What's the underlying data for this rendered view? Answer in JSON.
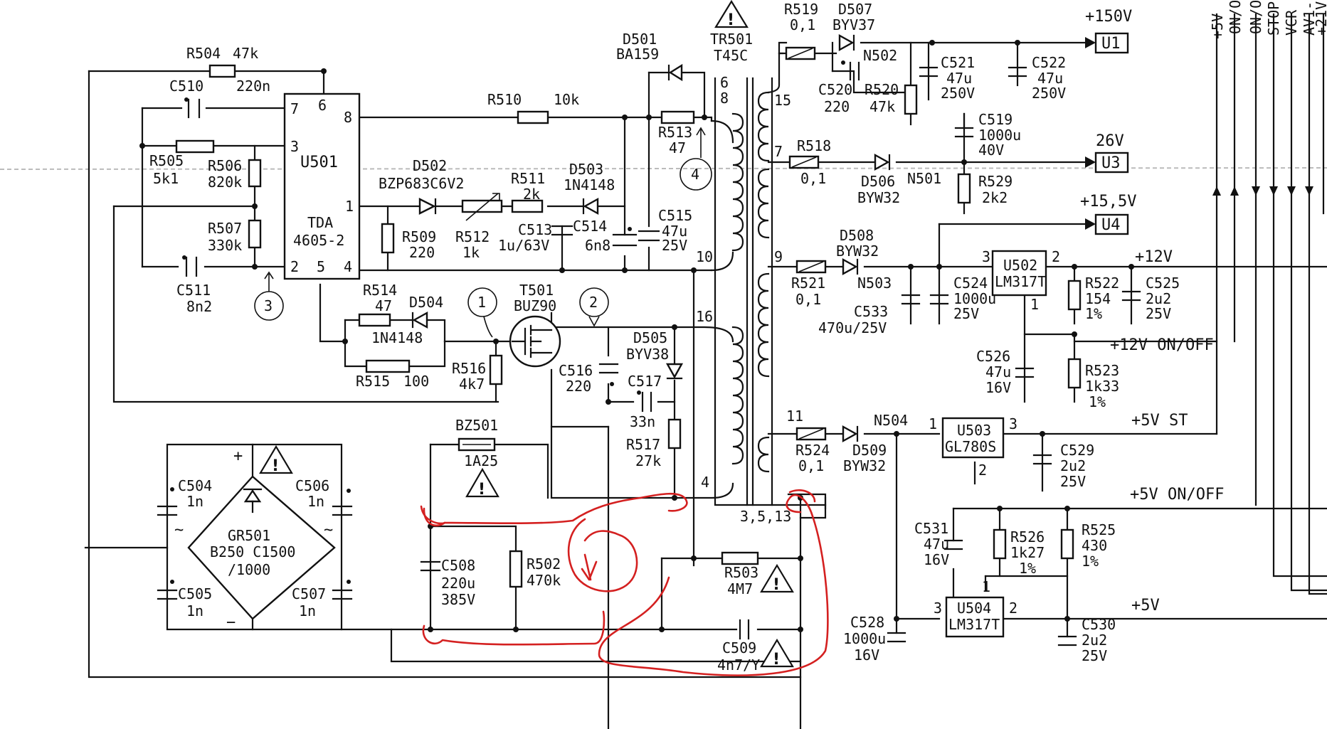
{
  "components": {
    "r504": {
      "ref": "R504",
      "value": "47k"
    },
    "c510": {
      "ref": "C510",
      "value": "220n"
    },
    "u501": {
      "ref": "U501",
      "part1": "TDA",
      "part2": "4605-2",
      "pins": [
        "7",
        "6",
        "8",
        "3",
        "1",
        "2",
        "5",
        "4"
      ]
    },
    "r505": {
      "ref": "R505",
      "value": "5k1"
    },
    "r506": {
      "ref": "R506",
      "value": "820k"
    },
    "r507": {
      "ref": "R507",
      "value": "330k"
    },
    "c511": {
      "ref": "C511",
      "value": "8n2"
    },
    "r510": {
      "ref": "R510",
      "value": "10k"
    },
    "d501": {
      "ref": "D501",
      "value": "BA159"
    },
    "r513": {
      "ref": "R513",
      "value": "47"
    },
    "d502": {
      "ref": "D502",
      "value": "BZP683C6V2"
    },
    "r511": {
      "ref": "R511",
      "value": "2k"
    },
    "d503": {
      "ref": "D503",
      "value": "1N4148"
    },
    "r509": {
      "ref": "R509",
      "value": "220"
    },
    "r512": {
      "ref": "R512",
      "value": "1k"
    },
    "c513": {
      "ref": "C513",
      "value": "1u/63V"
    },
    "c514": {
      "ref": "C514",
      "value": "6n8"
    },
    "c515": {
      "ref": "C515",
      "value": "47u",
      "volt": "25V"
    },
    "r514": {
      "ref": "R514",
      "value": "47"
    },
    "d504": {
      "ref": "D504",
      "value": "1N4148"
    },
    "r515": {
      "ref": "R515",
      "value": "100"
    },
    "t501": {
      "ref": "T501",
      "value": "BUZ90"
    },
    "r516": {
      "ref": "R516",
      "value": "4k7"
    },
    "c516": {
      "ref": "C516",
      "value": "220"
    },
    "d505": {
      "ref": "D505",
      "value": "BYV38"
    },
    "c517": {
      "ref": "C517",
      "value": "33n"
    },
    "r517": {
      "ref": "R517",
      "value": "27k"
    },
    "bz501": {
      "ref": "BZ501",
      "value": "1A25"
    },
    "tr501": {
      "ref": "TR501",
      "value": "T45C",
      "pins": [
        "6",
        "8",
        "10",
        "16",
        "4",
        "3,5,13",
        "15",
        "7",
        "9",
        "11"
      ]
    },
    "gr501": {
      "ref": "GR501",
      "value1": "B250 C1500",
      "value2": "/1000"
    },
    "c504": {
      "ref": "C504",
      "value": "1n"
    },
    "c505": {
      "ref": "C505",
      "value": "1n"
    },
    "c506": {
      "ref": "C506",
      "value": "1n"
    },
    "c507": {
      "ref": "C507",
      "value": "1n"
    },
    "c508": {
      "ref": "C508",
      "value": "220u",
      "volt": "385V"
    },
    "r502": {
      "ref": "R502",
      "value": "470k"
    },
    "r503": {
      "ref": "R503",
      "value": "4M7"
    },
    "c509": {
      "ref": "C509",
      "value": "4n7/Y"
    },
    "r519": {
      "ref": "R519",
      "value": "0,1"
    },
    "d507": {
      "ref": "D507",
      "value": "BYV37"
    },
    "n502": {
      "ref": "N502"
    },
    "c520": {
      "ref": "C520",
      "value": "220"
    },
    "r520": {
      "ref": "R520",
      "value": "47k"
    },
    "c521": {
      "ref": "C521",
      "value": "47u",
      "volt": "250V"
    },
    "c522": {
      "ref": "C522",
      "value": "47u",
      "volt": "250V"
    },
    "c519": {
      "ref": "C519",
      "value": "1000u",
      "volt": "40V"
    },
    "r518": {
      "ref": "R518",
      "value": "0,1"
    },
    "d506": {
      "ref": "D506",
      "value": "BYW32"
    },
    "n501": {
      "ref": "N501"
    },
    "r529": {
      "ref": "R529",
      "value": "2k2"
    },
    "r521": {
      "ref": "R521",
      "value": "0,1"
    },
    "d508": {
      "ref": "D508",
      "value": "BYW32"
    },
    "n503": {
      "ref": "N503"
    },
    "c533": {
      "ref": "C533",
      "value": "470u/25V"
    },
    "c524": {
      "ref": "C524",
      "value": "1000u",
      "volt": "25V"
    },
    "u502": {
      "ref": "U502",
      "value": "LM317T",
      "pins": [
        "3",
        "2",
        "1"
      ]
    },
    "r522": {
      "ref": "R522",
      "value": "154",
      "tol": "1%"
    },
    "c525": {
      "ref": "C525",
      "value": "2u2",
      "volt": "25V"
    },
    "c526": {
      "ref": "C526",
      "value": "47u",
      "volt": "16V"
    },
    "r523": {
      "ref": "R523",
      "value": "1k33",
      "tol": "1%"
    },
    "r524": {
      "ref": "R524",
      "value": "0,1"
    },
    "d509": {
      "ref": "D509",
      "value": "BYW32"
    },
    "n504": {
      "ref": "N504"
    },
    "u503": {
      "ref": "U503",
      "value": "GL780S",
      "pins": [
        "1",
        "3",
        "2"
      ]
    },
    "c529": {
      "ref": "C529",
      "value": "2u2",
      "volt": "25V"
    },
    "c531": {
      "ref": "C531",
      "value": "47u",
      "volt": "16V"
    },
    "r526": {
      "ref": "R526",
      "value": "1k27",
      "tol": "1%"
    },
    "r525": {
      "ref": "R525",
      "value": "430",
      "tol": "1%"
    },
    "u504": {
      "ref": "U504",
      "value": "LM317T",
      "pins": [
        "1",
        "3",
        "2"
      ]
    },
    "c528": {
      "ref": "C528",
      "value": "1000u",
      "volt": "16V"
    },
    "c530": {
      "ref": "C530",
      "value": "2u2",
      "volt": "25V"
    }
  },
  "rails": {
    "u1": {
      "voltage": "+150V",
      "label": "U1"
    },
    "u3": {
      "voltage": "26V",
      "label": "U3"
    },
    "u4": {
      "voltage": "+15,5V",
      "label": "U4"
    },
    "p12": "+12V",
    "p12onoff": "+12V ON/OFF",
    "p5st": "+5V ST",
    "p5onoff": "+5V ON/OFF",
    "p5": "+5V"
  },
  "bus_labels": [
    "+5V",
    "ON/O",
    "ON/O",
    "STOP",
    "VCR",
    "AV1-",
    "+21V"
  ],
  "test_points": [
    "1",
    "2",
    "3",
    "4"
  ],
  "polarity": {
    "plus": "+",
    "minus": "−",
    "ac1": "~",
    "ac2": "~"
  },
  "annotation_color": "#d42020"
}
